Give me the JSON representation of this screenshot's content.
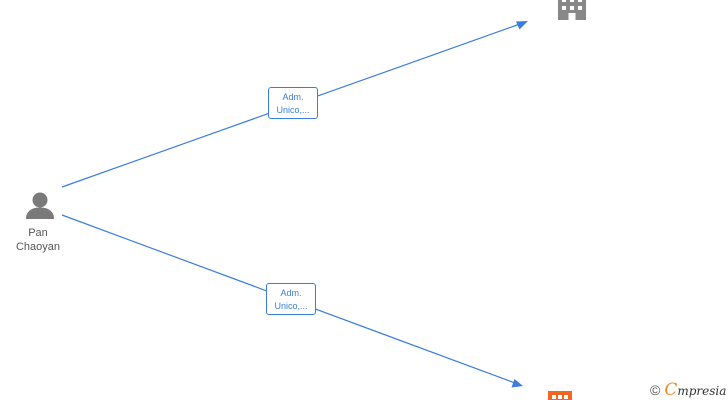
{
  "person": {
    "name_line1": "Pan",
    "name_line2": "Chaoyan"
  },
  "edges": [
    {
      "label_line1": "Adm.",
      "label_line2": "Unico,..."
    },
    {
      "label_line1": "Adm.",
      "label_line2": "Unico,..."
    }
  ],
  "companies": [
    {
      "icon": "building-icon",
      "color": "#888888"
    },
    {
      "icon": "building-icon",
      "color": "#f26522"
    }
  ],
  "colors": {
    "edge": "#3b7ddd",
    "person": "#7a7a7a"
  },
  "watermark": {
    "copyright": "©",
    "brand_initial": "C",
    "brand_rest": "mpresia"
  }
}
